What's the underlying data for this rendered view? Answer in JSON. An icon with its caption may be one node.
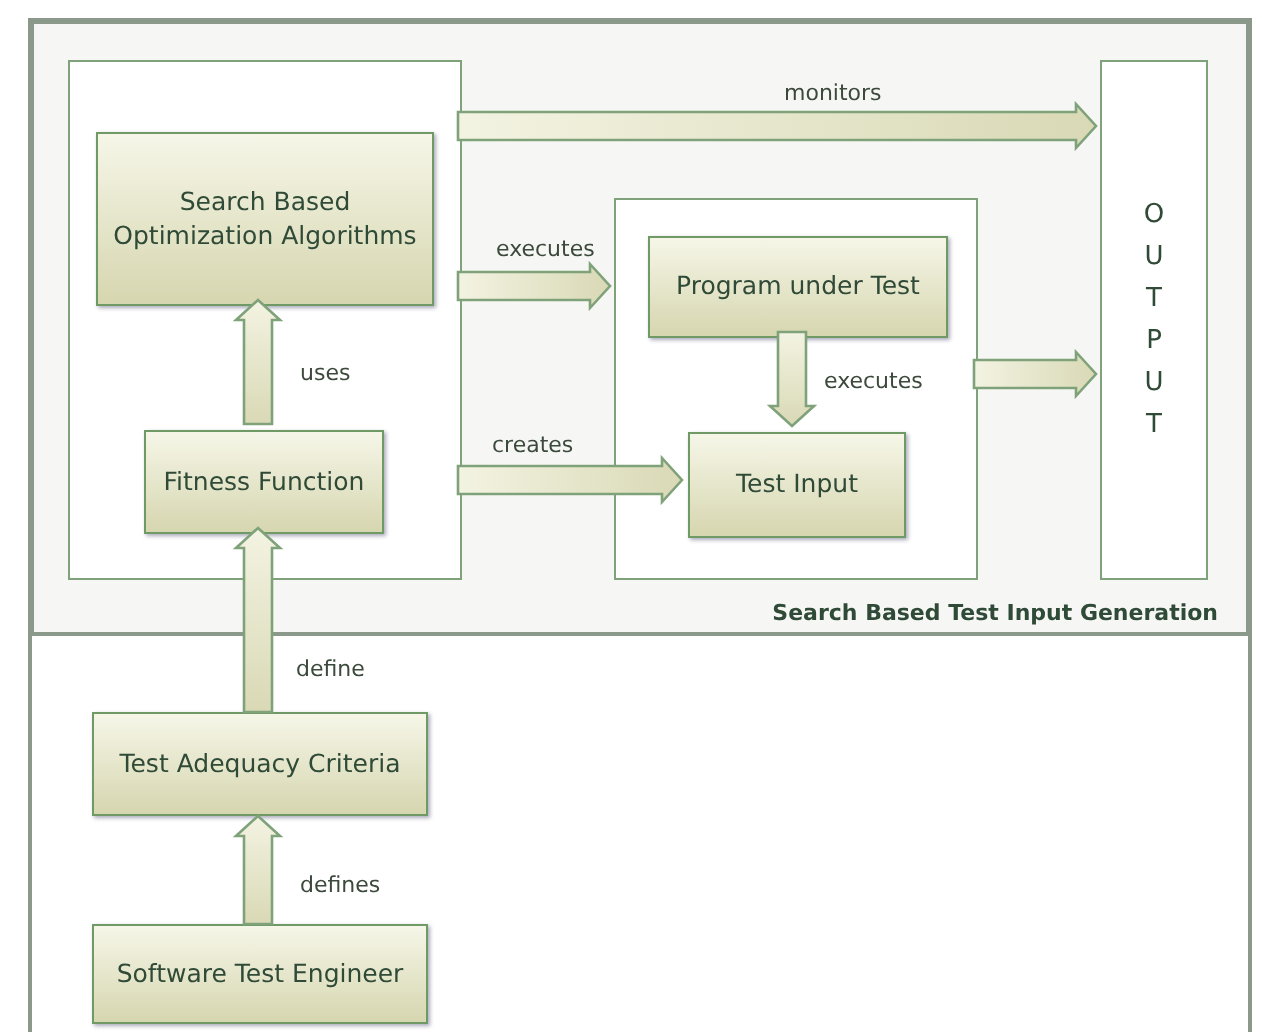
{
  "diagram": {
    "nodes": [
      {
        "text": [
          "Search Based Test Input Generation"
        ]
      },
      {
        "text": [],
        "shape": "box",
        "in": 0
      },
      {
        "text": [
          "Search Based Optimization Algorithms"
        ],
        "in": 1
      },
      {
        "text": [
          "Fitness Function"
        ],
        "in": 1
      },
      {
        "text": [],
        "shape": "box",
        "in": 0
      },
      {
        "text": [
          "Program under Test"
        ],
        "in": 4
      },
      {
        "text": [
          "Test Input"
        ],
        "in": 4
      },
      {
        "text": [
          "OUTPUT"
        ],
        "in": 0
      },
      {
        "text": [
          "Test Adequacy Criteria"
        ]
      },
      {
        "text": [
          "Software Test Engineer"
        ]
      }
    ],
    "edges": [
      {
        "from": 1,
        "to": 7,
        "arrow": "to",
        "label": "monitors"
      },
      {
        "from": 1,
        "to": 4,
        "arrow": "to",
        "label": "executes"
      },
      {
        "from": 3,
        "to": 2,
        "arrow": "to",
        "label": "uses"
      },
      {
        "from": 1,
        "to": 6,
        "arrow": "to",
        "label": "creates"
      },
      {
        "from": 5,
        "to": 6,
        "arrow": "to",
        "label": "executes"
      },
      {
        "from": 4,
        "to": 7,
        "arrow": "to"
      },
      {
        "from": 8,
        "to": 3,
        "arrow": "to",
        "label": "define"
      },
      {
        "from": 9,
        "to": 8,
        "arrow": "to",
        "label": "defines"
      }
    ]
  }
}
